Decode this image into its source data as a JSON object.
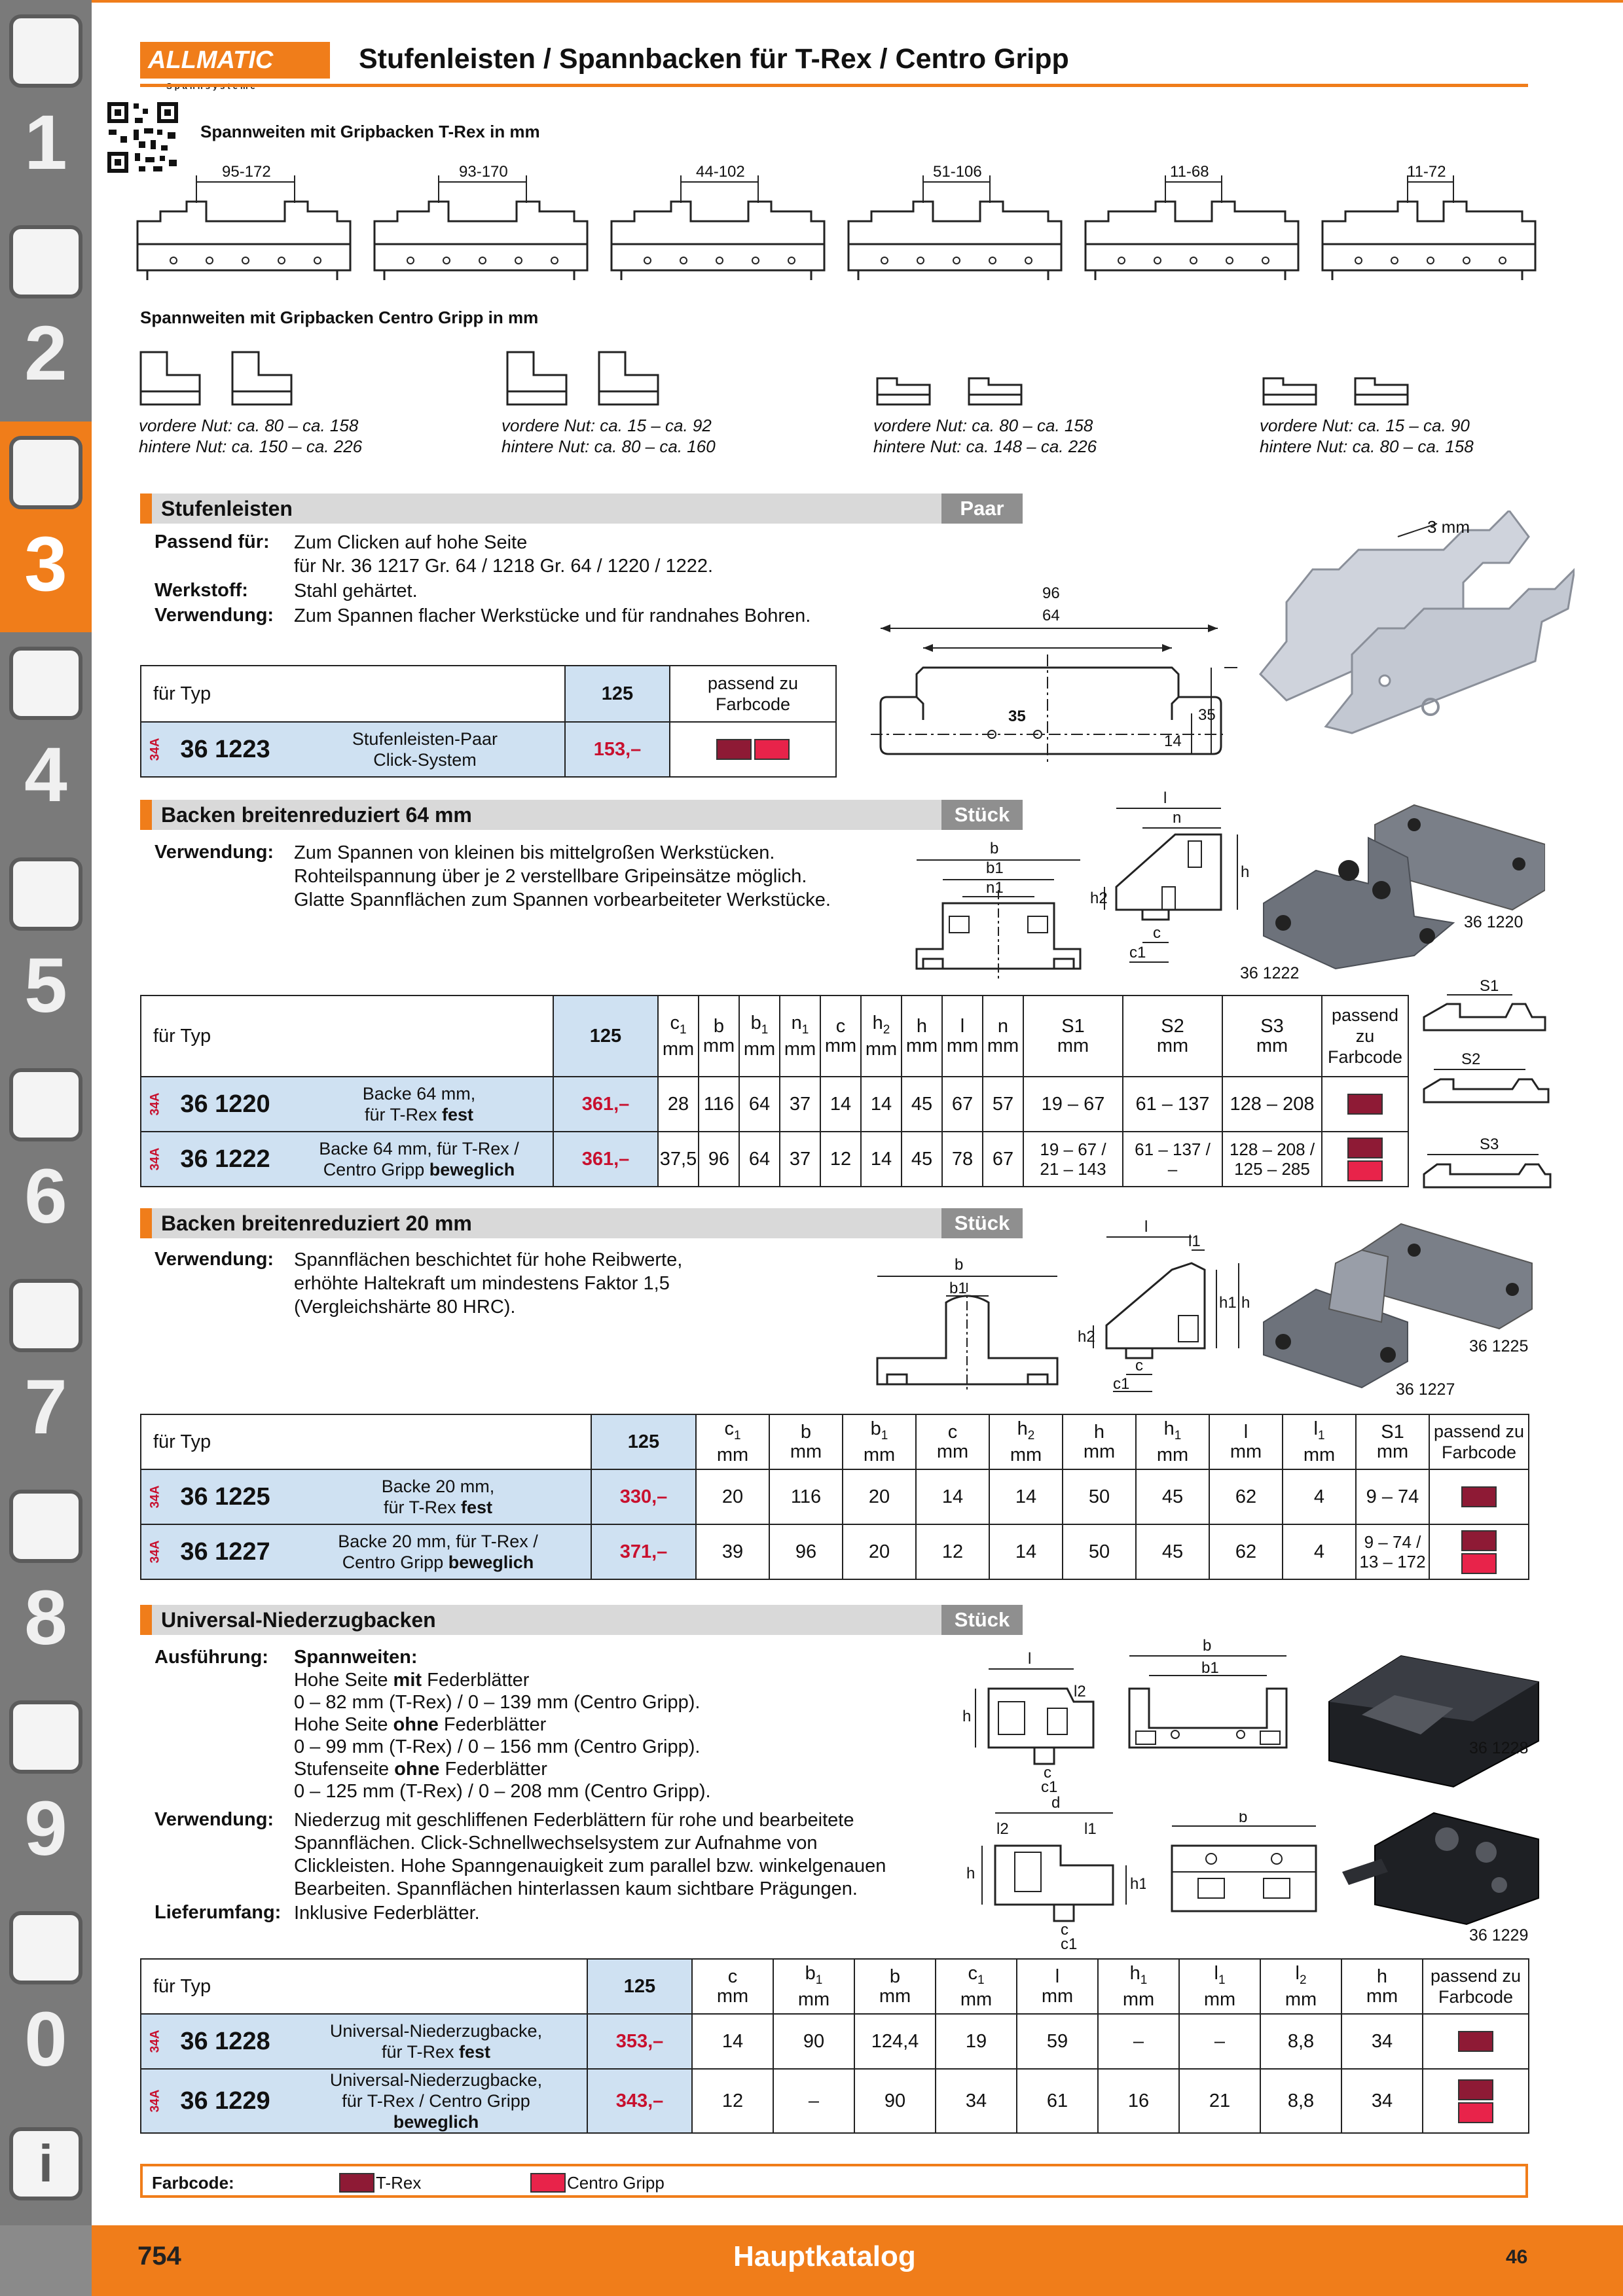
{
  "header": {
    "logo_text": "ALLMATIC",
    "logo_sub": "Spannsysteme",
    "title": "Stufenleisten / Spannbacken für T-Rex / Centro Gripp"
  },
  "sidebar": {
    "tabs": [
      {
        "num": "1",
        "icon": "drill-icon"
      },
      {
        "num": "2",
        "icon": "insert-icon"
      },
      {
        "num": "3",
        "icon": "chuck-icon",
        "active": true
      },
      {
        "num": "4",
        "icon": "caliper-icon"
      },
      {
        "num": "5",
        "icon": "saw-blade-icon"
      },
      {
        "num": "6",
        "icon": "wrench-icon"
      },
      {
        "num": "7",
        "icon": "pliers-icon"
      },
      {
        "num": "8",
        "icon": "toolbox-icon"
      },
      {
        "num": "9",
        "icon": "cabinet-icon"
      },
      {
        "num": "0",
        "icon": "safety-goggles-icon"
      },
      {
        "num": "i",
        "icon": "info-icon"
      }
    ]
  },
  "trex_ranges": {
    "heading": "Spannweiten mit Gripbacken T-Rex in mm",
    "items": [
      "95-172",
      "93-170",
      "44-102",
      "51-106",
      "11-68",
      "11-72"
    ]
  },
  "centro_ranges": {
    "heading": "Spannweiten mit Gripbacken Centro Gripp in mm",
    "items": [
      {
        "front": "vordere Nut: ca. 80 – ca. 158",
        "back": "hintere Nut: ca. 150 – ca. 226"
      },
      {
        "front": "vordere Nut: ca. 15 – ca. 92",
        "back": "hintere Nut: ca. 80 – ca. 160"
      },
      {
        "front": "vordere Nut: ca. 80 – ca. 158",
        "back": "hintere Nut: ca. 148 – ca. 226"
      },
      {
        "front": "vordere Nut: ca. 15 – ca. 90",
        "back": "hintere Nut: ca. 80 – ca. 158"
      }
    ]
  },
  "sec1": {
    "title": "Stufenleisten",
    "unit": "Paar",
    "passend_label": "Passend für:",
    "passend_1": "Zum Clicken auf hohe Seite",
    "passend_2": "für Nr. 36 1217 Gr. 64 / 1218 Gr. 64 / 1220 / 1222.",
    "werkstoff_label": "Werkstoff:",
    "werkstoff": "Stahl gehärtet.",
    "verwendung_label": "Verwendung:",
    "verwendung": "Zum Spannen flacher Werkstücke und für randnahes Bohren.",
    "dims": {
      "d96": "96",
      "d64": "64",
      "d35": "35",
      "h35": "35",
      "h14": "14",
      "mm3": "3 mm"
    },
    "table": {
      "h_typ": "für Typ",
      "h_125": "125",
      "h_code": "passend zu Farbcode",
      "rows": [
        {
          "tag": "34A",
          "art": "36 1223",
          "desc1": "Stufenleisten-Paar",
          "desc2": "Click-System",
          "price": "153,–",
          "codes": [
            "trex",
            "cg"
          ]
        }
      ]
    }
  },
  "sec2": {
    "title": "Backen breitenreduziert 64 mm",
    "unit": "Stück",
    "verwendung_label": "Verwendung:",
    "lines": [
      "Zum Spannen von kleinen bis mittelgroßen Werkstücken.",
      "Rohteilspannung über je 2 verstellbare Gripeinsätze möglich.",
      "Glatte Spannflächen zum Spannen vorbearbeiteter Werkstücke."
    ],
    "photo_labels": [
      "36 1220",
      "36 1222"
    ],
    "dim_labels": [
      "b",
      "b1",
      "n1",
      "l",
      "n",
      "h",
      "h2",
      "c",
      "c1"
    ],
    "s_labels": [
      "S1",
      "S2",
      "S3"
    ],
    "table": {
      "h_typ": "für Typ",
      "h_125": "125",
      "cols": [
        [
          "c1",
          "mm"
        ],
        [
          "b",
          "mm"
        ],
        [
          "b1",
          "mm"
        ],
        [
          "n1",
          "mm"
        ],
        [
          "c",
          "mm"
        ],
        [
          "h2",
          "mm"
        ],
        [
          "h",
          "mm"
        ],
        [
          "l",
          "mm"
        ],
        [
          "n",
          "mm"
        ],
        [
          "S1",
          "mm"
        ],
        [
          "S2",
          "mm"
        ],
        [
          "S3",
          "mm"
        ]
      ],
      "h_code": "passend zu Farbcode",
      "rows": [
        {
          "tag": "34A",
          "art": "36 1220",
          "desc1": "Backe 64 mm,",
          "desc2a": "für T-Rex ",
          "desc2b": "fest",
          "price": "361,–",
          "vals": [
            "28",
            "116",
            "64",
            "37",
            "14",
            "14",
            "45",
            "67",
            "57",
            "19 – 67",
            "61 – 137",
            "128 – 208"
          ],
          "codes": [
            "trex"
          ]
        },
        {
          "tag": "34A",
          "art": "36 1222",
          "desc1": "Backe 64 mm, für T-Rex /",
          "desc2a": "Centro Gripp ",
          "desc2b": "beweglich",
          "price": "361,–",
          "vals": [
            "37,5",
            "96",
            "64",
            "37",
            "12",
            "14",
            "45",
            "78",
            "67",
            "19 – 67 / 21 – 143",
            "61 – 137 / –",
            "128 – 208 / 125 – 285"
          ],
          "codes": [
            "trex",
            "cg"
          ]
        }
      ]
    }
  },
  "sec3": {
    "title": "Backen breitenreduziert 20 mm",
    "unit": "Stück",
    "verwendung_label": "Verwendung:",
    "lines": [
      "Spannflächen beschichtet für hohe Reibwerte,",
      "erhöhte Haltekraft um mindestens Faktor 1,5",
      "(Vergleichshärte 80 HRC)."
    ],
    "photo_labels": [
      "36 1225",
      "36 1227"
    ],
    "dim_labels": [
      "b",
      "b1",
      "l",
      "l1",
      "h1",
      "h",
      "h2",
      "c",
      "c1"
    ],
    "table": {
      "h_typ": "für Typ",
      "h_125": "125",
      "cols": [
        [
          "c1",
          "mm"
        ],
        [
          "b",
          "mm"
        ],
        [
          "b1",
          "mm"
        ],
        [
          "c",
          "mm"
        ],
        [
          "h2",
          "mm"
        ],
        [
          "h",
          "mm"
        ],
        [
          "h1",
          "mm"
        ],
        [
          "l",
          "mm"
        ],
        [
          "l1",
          "mm"
        ],
        [
          "S1",
          "mm"
        ]
      ],
      "h_code": "passend zu Farbcode",
      "rows": [
        {
          "tag": "34A",
          "art": "36 1225",
          "desc1": "Backe 20 mm,",
          "desc2a": "für T-Rex ",
          "desc2b": "fest",
          "price": "330,–",
          "vals": [
            "20",
            "116",
            "20",
            "14",
            "14",
            "50",
            "45",
            "62",
            "4",
            "9 – 74"
          ],
          "codes": [
            "trex"
          ]
        },
        {
          "tag": "34A",
          "art": "36 1227",
          "desc1": "Backe 20 mm, für T-Rex /",
          "desc2a": "Centro Gripp ",
          "desc2b": "beweglich",
          "price": "371,–",
          "vals": [
            "39",
            "96",
            "20",
            "12",
            "14",
            "50",
            "45",
            "62",
            "4",
            "9 – 74 / 13 – 172"
          ],
          "codes": [
            "trex",
            "cg"
          ]
        }
      ]
    }
  },
  "sec4": {
    "title": "Universal-Niederzugbacken",
    "unit": "Stück",
    "ausf_label": "Ausführung:",
    "ausf_head": "Spannweiten:",
    "ausf_lines": [
      [
        "Hohe Seite ",
        "mit",
        " Federblätter"
      ],
      [
        "0 – 82 mm (T-Rex) / 0 – 139 mm (Centro Gripp).",
        "",
        ""
      ],
      [
        "Hohe Seite ",
        "ohne",
        " Federblätter"
      ],
      [
        "0 – 99 mm (T-Rex) / 0 – 156 mm (Centro Gripp).",
        "",
        ""
      ],
      [
        "Stufenseite ",
        "ohne",
        " Federblätter"
      ],
      [
        "0 – 125 mm (T-Rex) / 0 – 208 mm (Centro Gripp).",
        "",
        ""
      ]
    ],
    "verwendung_label": "Verwendung:",
    "verw_lines": [
      "Niederzug mit geschliffenen Federblättern für rohe und bearbeitete",
      "Spannflächen. Click-Schnellwechselsystem zur Aufnahme von",
      "Clickleisten. Hohe Spanngenauigkeit zum parallel bzw. winkelgenauen",
      "Bearbeiten. Spannflächen hinterlassen kaum sichtbare Prägungen."
    ],
    "liefer_label": "Lieferumfang:",
    "liefer": "Inklusive Federblätter.",
    "photo_labels": [
      "36 1228",
      "36 1229"
    ],
    "dim_labels": [
      "l",
      "l2",
      "h",
      "c",
      "c1",
      "b",
      "b1",
      "d",
      "l1",
      "h1"
    ],
    "table": {
      "h_typ": "für Typ",
      "h_125": "125",
      "cols": [
        [
          "c",
          "mm"
        ],
        [
          "b1",
          "mm"
        ],
        [
          "b",
          "mm"
        ],
        [
          "c1",
          "mm"
        ],
        [
          "l",
          "mm"
        ],
        [
          "h1",
          "mm"
        ],
        [
          "l1",
          "mm"
        ],
        [
          "l2",
          "mm"
        ],
        [
          "h",
          "mm"
        ]
      ],
      "h_code": "passend zu Farbcode",
      "rows": [
        {
          "tag": "34A",
          "art": "36 1228",
          "desc1": "Universal-Niederzugbacke,",
          "desc2a": "für T-Rex ",
          "desc2b": "fest",
          "desc3": "",
          "price": "353,–",
          "vals": [
            "14",
            "90",
            "124,4",
            "19",
            "59",
            "–",
            "–",
            "8,8",
            "34"
          ],
          "codes": [
            "trex"
          ]
        },
        {
          "tag": "34A",
          "art": "36 1229",
          "desc1": "Universal-Niederzugbacke,",
          "desc2a": "für T-Rex / Centro Gripp",
          "desc2b": "",
          "desc3": "beweglich",
          "price": "343,–",
          "vals": [
            "12",
            "–",
            "90",
            "34",
            "61",
            "16",
            "21",
            "8,8",
            "34"
          ],
          "codes": [
            "trex",
            "cg"
          ]
        }
      ]
    }
  },
  "legend": {
    "label": "Farbcode:",
    "trex": "T-Rex",
    "cg": "Centro Gripp",
    "trex_color": "#8e1a35",
    "cg_color": "#e8234a"
  },
  "footer": {
    "page": "754",
    "catalog": "Hauptkatalog",
    "num": "46"
  },
  "colors": {
    "accent": "#f07d1a",
    "trex": "#8e1a35",
    "cg": "#e8234a",
    "row_bg": "#cfe1f2"
  }
}
